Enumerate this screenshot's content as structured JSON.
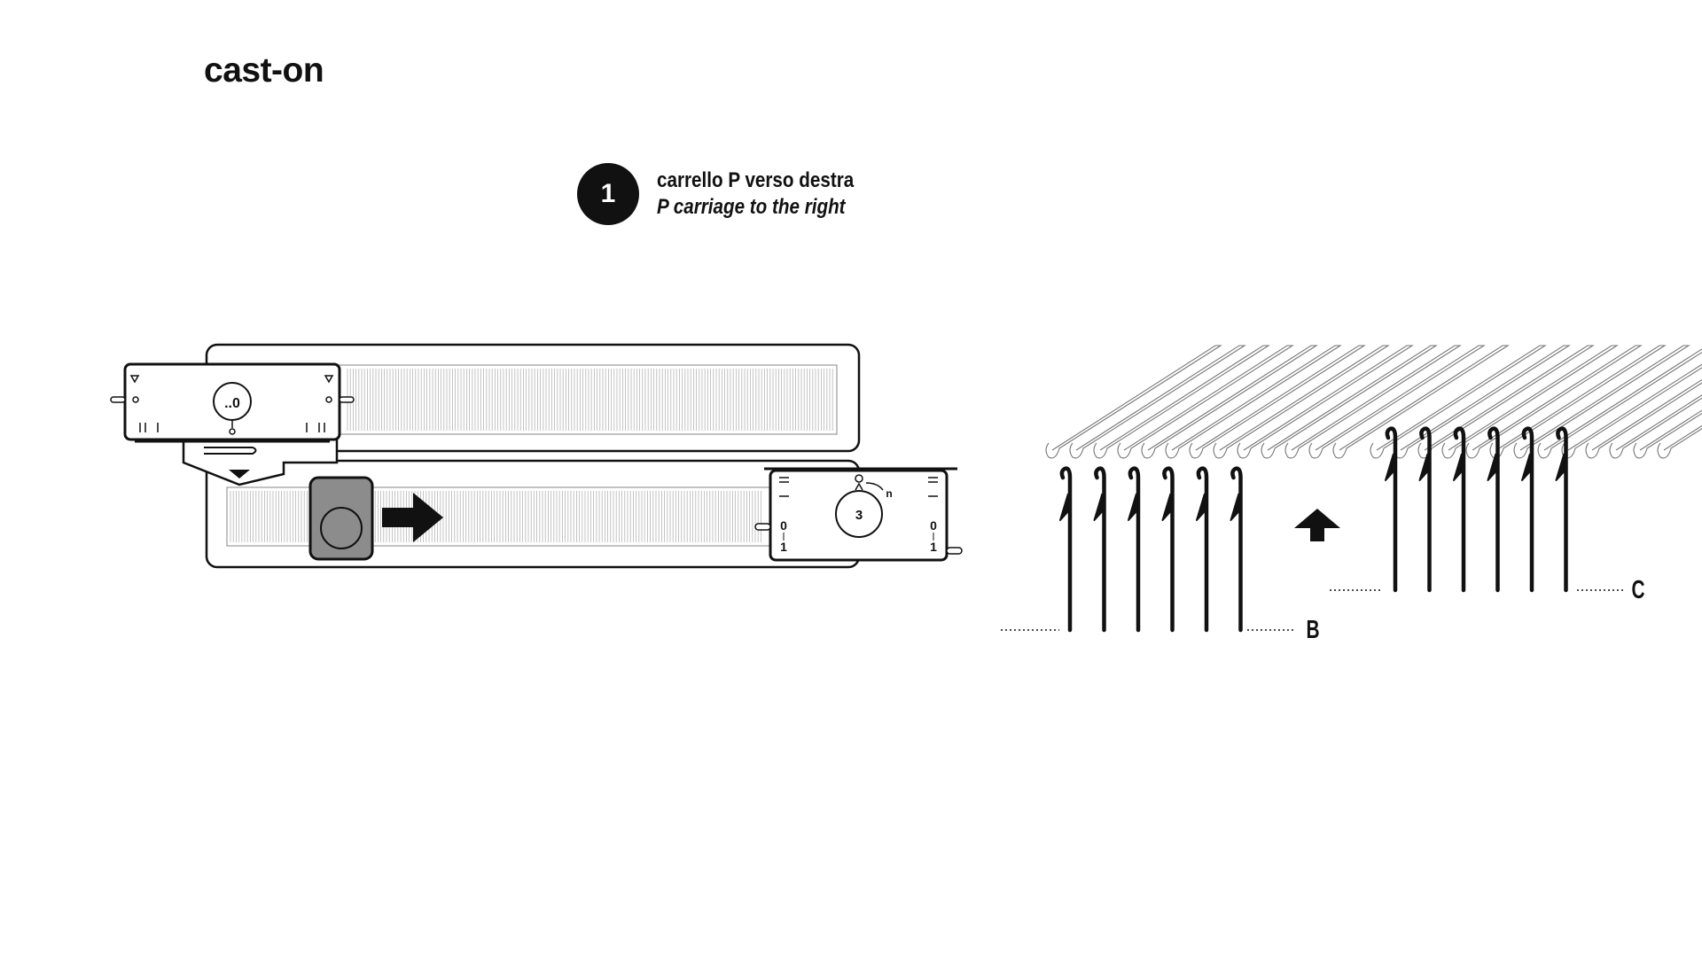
{
  "title": "cast-on",
  "step": {
    "number": "1",
    "text_it": "carrello P verso destra",
    "text_en": "P carriage to the right"
  },
  "machine": {
    "upper_carriage_dial": "..0",
    "lower_carriage_dial": "3",
    "lower_carriage_mark": "n",
    "left_lever_top": "0",
    "left_lever_bottom": "1",
    "right_lever_top": "0",
    "right_lever_bottom": "1"
  },
  "needles": {
    "position_b_label": "B",
    "position_c_label": "C"
  },
  "colors": {
    "ink": "#111111",
    "carriage_fill": "#8c8c8c",
    "rail_stroke": "#9a9a9a"
  }
}
